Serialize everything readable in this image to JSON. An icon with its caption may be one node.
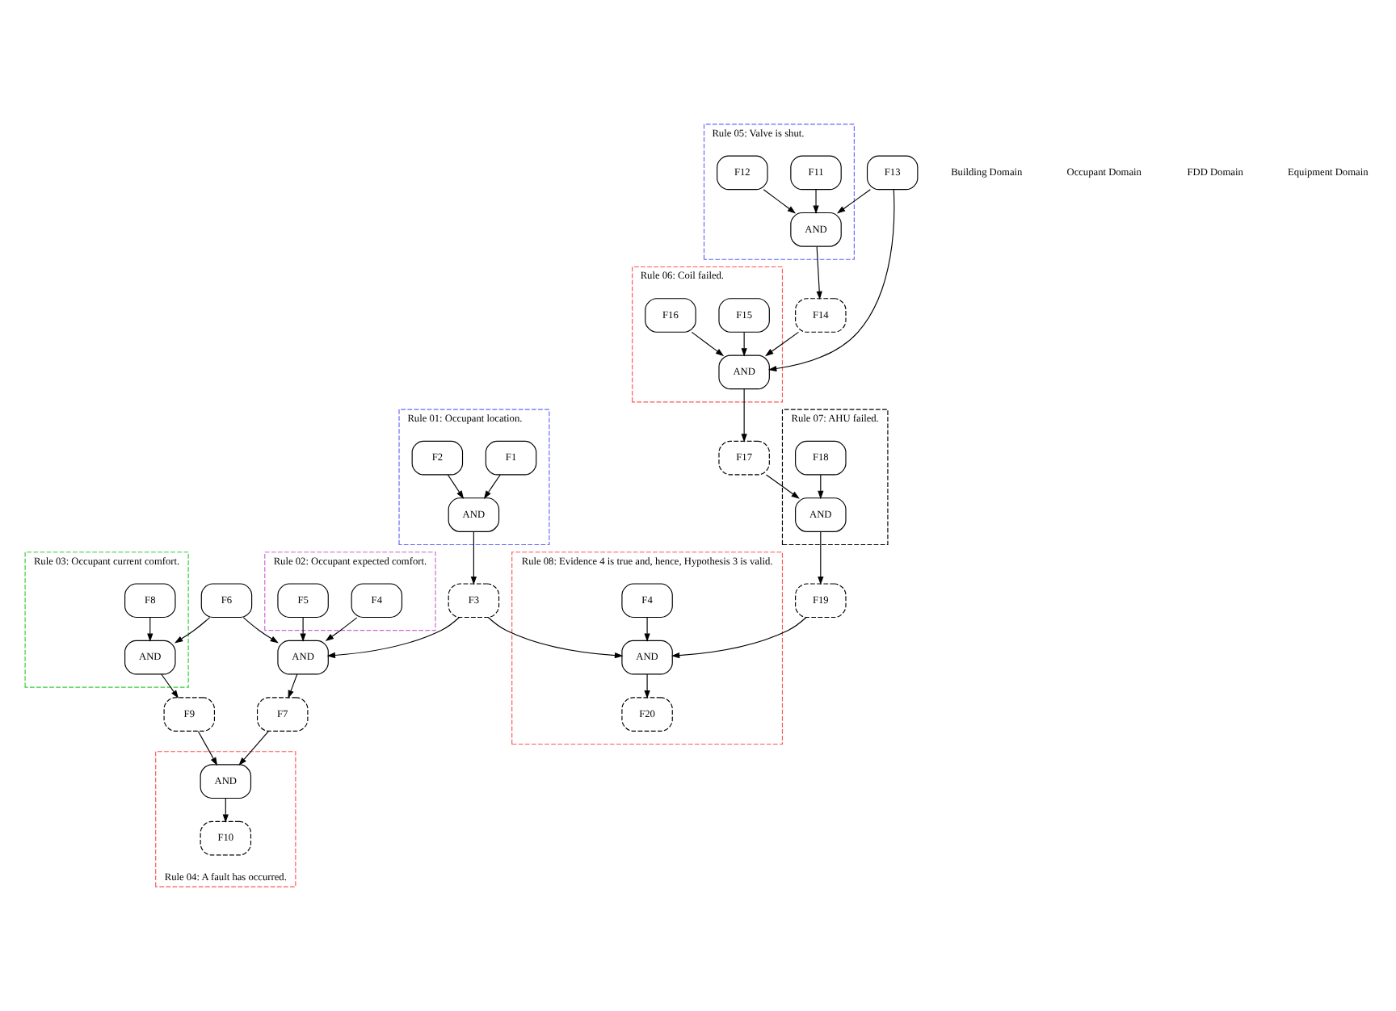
{
  "diagram": {
    "nodes": [
      {
        "text": [
          "Rule 01: Occupant location."
        ]
      },
      {
        "text": [
          "F1"
        ],
        "in": 0
      },
      {
        "text": [
          "AND"
        ],
        "in": 0
      },
      {
        "text": [
          "F2"
        ],
        "in": 0
      },
      {
        "text": [
          "Rule 05: Valve is shut."
        ]
      },
      {
        "text": [
          "F11"
        ],
        "in": 4
      },
      {
        "text": [
          "F12"
        ],
        "in": 4
      },
      {
        "text": [
          "AND"
        ],
        "in": 4
      },
      {
        "text": [
          "Rule 02: Occupant expected comfort."
        ]
      },
      {
        "text": [
          "F3"
        ]
      },
      {
        "text": [
          "F4"
        ],
        "in": 8
      },
      {
        "text": [
          "AND"
        ]
      },
      {
        "text": [
          "F5"
        ],
        "in": 8
      },
      {
        "text": [
          "F6"
        ]
      },
      {
        "text": [
          "Rule 03: Occupant current comfort."
        ]
      },
      {
        "text": [
          "Rule 04: A fault has occurred."
        ]
      },
      {
        "text": [
          "F7"
        ]
      },
      {
        "text": [
          "AND"
        ],
        "in": 15
      },
      {
        "text": [
          "F14"
        ]
      },
      {
        "text": [
          "F13"
        ]
      },
      {
        "text": [
          "Rule 06: Coil failed."
        ]
      },
      {
        "text": [
          "AND"
        ],
        "in": 20
      },
      {
        "text": [
          "F15"
        ],
        "in": 20
      },
      {
        "text": [
          "F16"
        ],
        "in": 20
      },
      {
        "text": [
          "F8"
        ],
        "in": 14
      },
      {
        "text": [
          "AND"
        ],
        "in": 14
      },
      {
        "text": [
          "F9"
        ]
      },
      {
        "text": [
          "F10"
        ],
        "in": 15
      },
      {
        "text": [
          "Rule 07: AHU failed."
        ]
      },
      {
        "text": [
          "F17"
        ]
      },
      {
        "text": [
          "AND"
        ],
        "in": 28
      },
      {
        "text": [
          "F18"
        ],
        "in": 28
      },
      {
        "text": [
          "F19"
        ]
      },
      {
        "text": [
          "Rule 08: Evidence 4 is true and, hence, Hypothesis 3 is valid."
        ]
      },
      {
        "text": [
          "AND"
        ],
        "in": 33
      },
      {
        "text": [
          "F4"
        ],
        "in": 33
      },
      {
        "text": [
          "F20"
        ],
        "in": 33
      }
    ],
    "edges": [
      {
        "from": 1,
        "to": 2,
        "arrow": "to"
      },
      {
        "from": 3,
        "to": 2,
        "arrow": "to"
      },
      {
        "from": 2,
        "to": 9,
        "arrow": "to"
      },
      {
        "from": 9,
        "to": 11,
        "arrow": "to"
      },
      {
        "from": 10,
        "to": 11,
        "arrow": "to"
      },
      {
        "from": 12,
        "to": 11,
        "arrow": "to"
      },
      {
        "from": 13,
        "to": 11,
        "arrow": "to"
      },
      {
        "from": 13,
        "to": 25,
        "arrow": "to"
      },
      {
        "from": 11,
        "to": 16,
        "arrow": "to"
      },
      {
        "from": 24,
        "to": 25,
        "arrow": "to"
      },
      {
        "from": 25,
        "to": 26,
        "arrow": "to"
      },
      {
        "from": 16,
        "to": 17,
        "arrow": "to"
      },
      {
        "from": 26,
        "to": 17,
        "arrow": "to"
      },
      {
        "from": 17,
        "to": 27,
        "arrow": "to"
      },
      {
        "from": 5,
        "to": 7,
        "arrow": "to"
      },
      {
        "from": 6,
        "to": 7,
        "arrow": "to"
      },
      {
        "from": 7,
        "to": 18,
        "arrow": "to"
      },
      {
        "from": 19,
        "to": 7,
        "arrow": "to"
      },
      {
        "from": 18,
        "to": 21,
        "arrow": "to"
      },
      {
        "from": 19,
        "to": 21,
        "arrow": "to"
      },
      {
        "from": 22,
        "to": 21,
        "arrow": "to"
      },
      {
        "from": 23,
        "to": 21,
        "arrow": "to"
      },
      {
        "from": 21,
        "to": 29,
        "arrow": "to"
      },
      {
        "from": 29,
        "to": 30,
        "arrow": "to"
      },
      {
        "from": 31,
        "to": 30,
        "arrow": "to"
      },
      {
        "from": 30,
        "to": 32,
        "arrow": "to"
      },
      {
        "from": 32,
        "to": 34,
        "arrow": "to"
      },
      {
        "from": 9,
        "to": 34,
        "arrow": "to"
      },
      {
        "from": 35,
        "to": 34,
        "arrow": "to"
      },
      {
        "from": 34,
        "to": 36,
        "arrow": "to"
      }
    ],
    "labels": [
      "Building Domain",
      "Occupant Domain",
      "FDD Domain",
      "Equipment Domain"
    ]
  }
}
